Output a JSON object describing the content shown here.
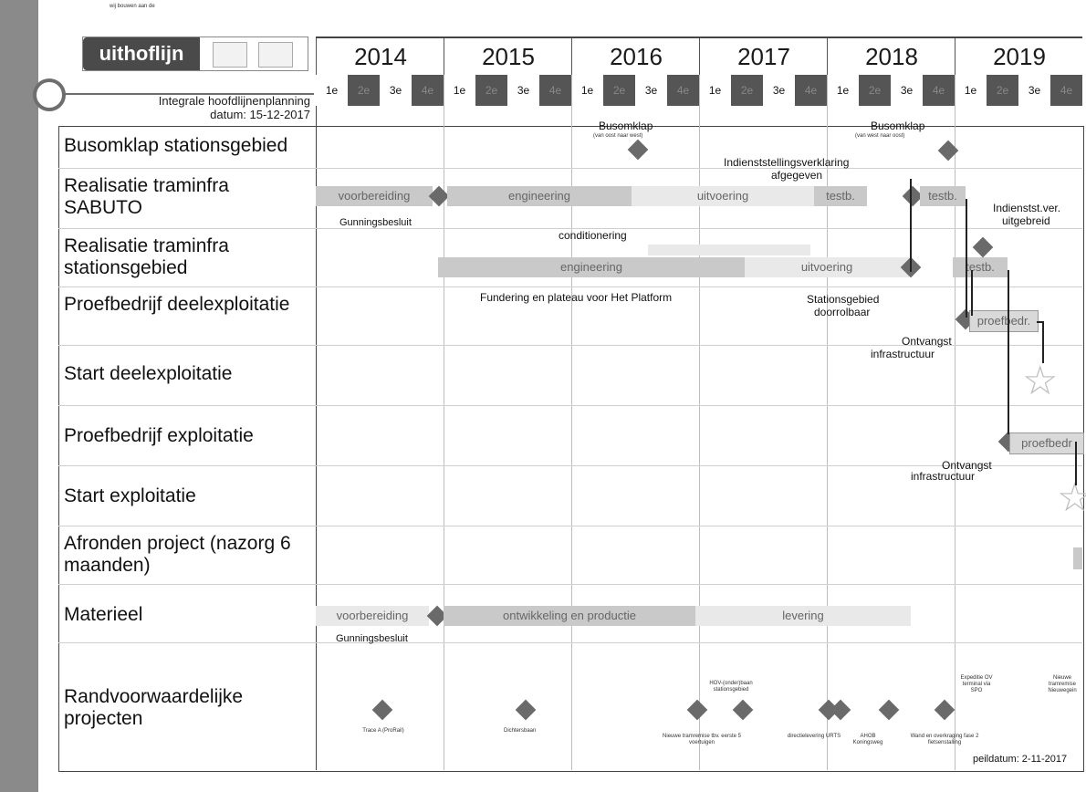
{
  "header": {
    "tagline": "wij bouwen aan de",
    "logo_text": "uithoflijn",
    "title": "Integrale hoofdlijnenplanning",
    "date": "datum: 15-12-2017"
  },
  "years": [
    "2014",
    "2015",
    "2016",
    "2017",
    "2018",
    "2019"
  ],
  "quarters": [
    "1e",
    "2e",
    "3e",
    "4e"
  ],
  "rows": {
    "busomklap": "Busomklap stationsgebied",
    "sabuto": "Realisatie traminfra SABUTO",
    "stationsgebied": "Realisatie traminfra stationsgebied",
    "proef_deel": "Proefbedrijf deelexploitatie",
    "start_deel": "Start deelexploitatie",
    "proef_expl": "Proefbedrijf exploitatie",
    "start_expl": "Start exploitatie",
    "afronden": "Afronden project (nazorg 6 maanden)",
    "materieel": "Materieel",
    "rand": "Randvoorwaardelijke projecten"
  },
  "bars": {
    "voorbereiding1": "voorbereiding",
    "engineering1": "engineering",
    "uitvoering1": "uitvoering",
    "testb1": "testb.",
    "testb2": "testb.",
    "conditionering": "conditionering",
    "engineering2": "engineering",
    "uitvoering2": "uitvoering",
    "testb3": "testb.",
    "proefbedr1": "proefbedr.",
    "proefbedr2": "proefbedr",
    "voorbereiding2": "voorbereiding",
    "ontwikkeling": "ontwikkeling en productie",
    "levering": "levering"
  },
  "notes": {
    "busomklap1": "Busomklap",
    "busomklap1_sub": "(van oost naar west)",
    "busomklap2": "Busomklap",
    "busomklap2_sub": "(van west naar oost)",
    "indienst": "Indienststellingsverklaring",
    "afgegeven": "afgegeven",
    "gunning1": "Gunningsbesluit",
    "indienst_ver": "Indienstst.ver.",
    "uitgebreid": "uitgebreid",
    "fundering": "Fundering en plateau voor Het Platform",
    "stationsgebied_door1": "Stationsgebied",
    "stationsgebied_door2": "doorrolbaar",
    "ontvangst1a": "Ontvangst",
    "ontvangst1b": "infrastructuur",
    "ontvangst2a": "Ontvangst",
    "ontvangst2b": "infrastructuur",
    "gunning2": "Gunningsbesluit",
    "trace": "Trace A (ProRail)",
    "dichtersbaan": "Dichtersbaan",
    "hov": "HOV-(onder)baan stationsgebied",
    "nieuwe_tramremise": "Nieuwe tramremise tbv. eerste 5 voertuigen",
    "directielevering": "directielevering URTS",
    "ahob": "AHOB Koningsweg",
    "wand": "Wand en overkraging fase 2 fietsenstalling",
    "expeditie": "Expeditie OV terminal via SPO",
    "nieuwe_remise": "Nieuwe tramremise Nieuwegein",
    "peildatum": "peildatum: 2-11-2017"
  },
  "colors": {
    "sidebar": "#8a8a8a",
    "dark_quarter": "#555555",
    "bar_fill": "#c9c9c9",
    "bar_light": "#e9e9e9",
    "diamond": "#6a6a6a"
  }
}
